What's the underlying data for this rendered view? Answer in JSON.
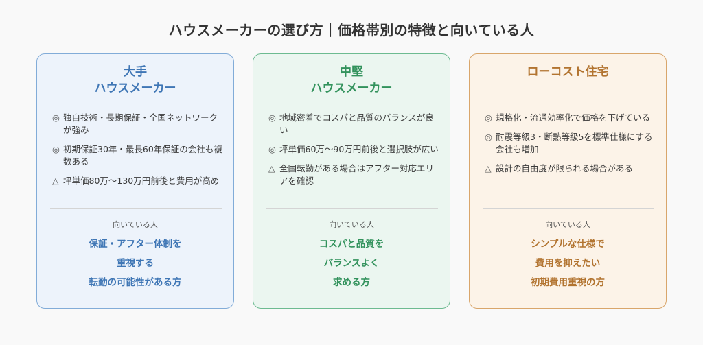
{
  "page": {
    "title": "ハウスメーカーの選び方｜価格帯別の特徴と向いている人"
  },
  "colors": {
    "large_accent": "#3f76b5",
    "mid_accent": "#32925c",
    "low_accent": "#b27430"
  },
  "cards": {
    "large": {
      "title_line1": "大手",
      "title_line2": "ハウスメーカー",
      "points": [
        {
          "mark": "◎",
          "text": "独自技術・長期保証・全国ネットワークが強み"
        },
        {
          "mark": "◎",
          "text": "初期保証30年・最長60年保証の会社も複数ある"
        },
        {
          "mark": "△",
          "text": "坪単価80万〜130万円前後と費用が高め"
        }
      ],
      "suited_label": "向いている人",
      "suited_lines": [
        "保証・アフター体制を",
        "重視する",
        "転勤の可能性がある方"
      ]
    },
    "mid": {
      "title_line1": "中堅",
      "title_line2": "ハウスメーカー",
      "points": [
        {
          "mark": "◎",
          "text": "地域密着でコスパと品質のバランスが良い"
        },
        {
          "mark": "◎",
          "text": "坪単価60万〜90万円前後と選択肢が広い"
        },
        {
          "mark": "△",
          "text": "全国転勤がある場合はアフター対応エリアを確認"
        }
      ],
      "suited_label": "向いている人",
      "suited_lines": [
        "コスパと品質を",
        "バランスよく",
        "求める方"
      ]
    },
    "low": {
      "title_line1": "ローコスト住宅",
      "points": [
        {
          "mark": "◎",
          "text": "規格化・流通効率化で価格を下げている"
        },
        {
          "mark": "◎",
          "text": "耐震等級3・断熱等級5を標準仕様にする会社も増加"
        },
        {
          "mark": "△",
          "text": "設計の自由度が限られる場合がある"
        }
      ],
      "suited_label": "向いている人",
      "suited_lines": [
        "シンプルな仕様で",
        "費用を抑えたい",
        "初期費用重視の方"
      ]
    }
  }
}
